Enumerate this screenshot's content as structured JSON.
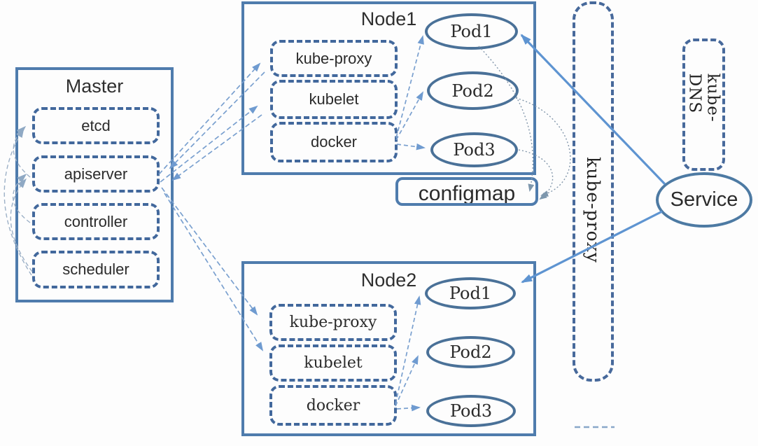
{
  "master": {
    "title": "Master",
    "items": [
      "etcd",
      "apiserver",
      "controller",
      "scheduler"
    ]
  },
  "node1": {
    "title": "Node1",
    "components": [
      "kube-proxy",
      "kubelet",
      "docker"
    ],
    "pods": [
      "Pod1",
      "Pod2",
      "Pod3"
    ]
  },
  "node2": {
    "title": "Node2",
    "components": [
      "kube-proxy",
      "kubelet",
      "docker"
    ],
    "pods": [
      "Pod1",
      "Pod2",
      "Pod3"
    ]
  },
  "configmap": {
    "label": "configmap"
  },
  "kube_proxy_bar": {
    "label": "kube-proxy"
  },
  "kube_dns": {
    "label": "kube-DNS"
  },
  "service": {
    "label": "Service"
  },
  "colors": {
    "solid_border": "#4f7cad",
    "dashed_border": "#42689c",
    "pod_border": "#4a7198",
    "arrow_solid": "#5e94d1",
    "arrow_dashed": "#7aa0cf",
    "arrow_dotted": "#8397ab",
    "arrow_loop": "#9db1c7"
  }
}
